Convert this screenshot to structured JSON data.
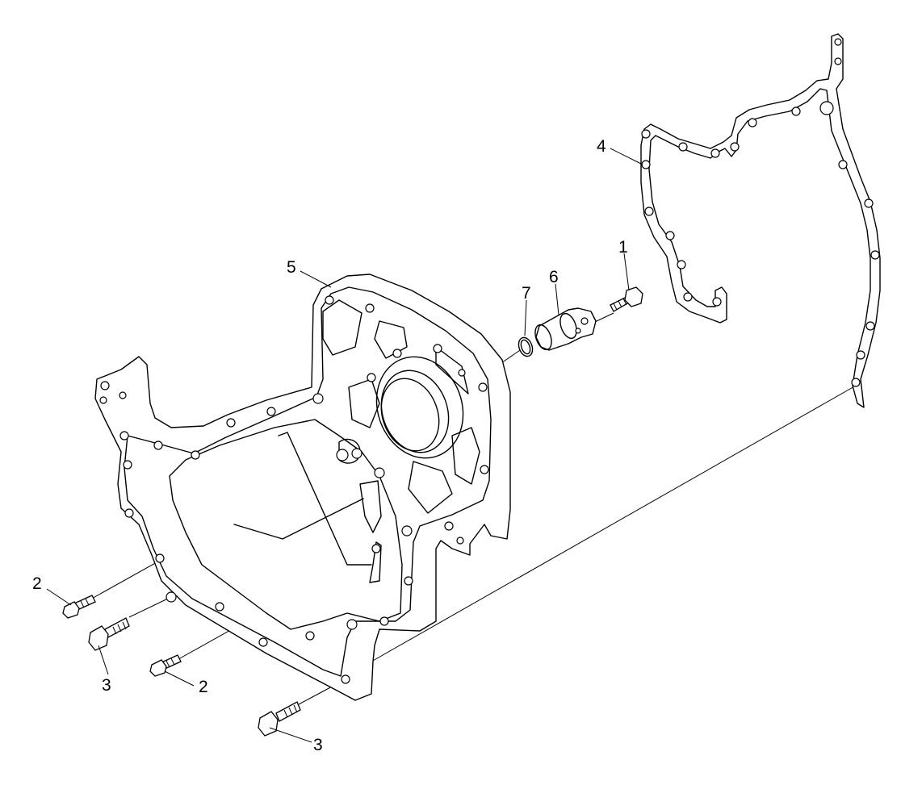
{
  "diagram": {
    "type": "exploded-parts-view",
    "parts": [
      {
        "id": "1",
        "label": "1",
        "icon": "hex-bolt-icon"
      },
      {
        "id": "2",
        "label": "2",
        "icon": "flange-bolt-icon"
      },
      {
        "id": "3",
        "label": "3",
        "icon": "hex-flange-bolt-icon"
      },
      {
        "id": "4",
        "label": "4",
        "icon": "gasket-icon"
      },
      {
        "id": "5",
        "label": "5",
        "icon": "housing-cover-icon"
      },
      {
        "id": "6",
        "label": "6",
        "icon": "sensor-icon"
      },
      {
        "id": "7",
        "label": "7",
        "icon": "o-ring-icon"
      }
    ],
    "callouts": {
      "c1": "1",
      "c2a": "2",
      "c2b": "2",
      "c3a": "3",
      "c3b": "3",
      "c4": "4",
      "c5": "5",
      "c6": "6",
      "c7": "7"
    },
    "colors": {
      "line": "#000000",
      "background": "#ffffff"
    }
  }
}
